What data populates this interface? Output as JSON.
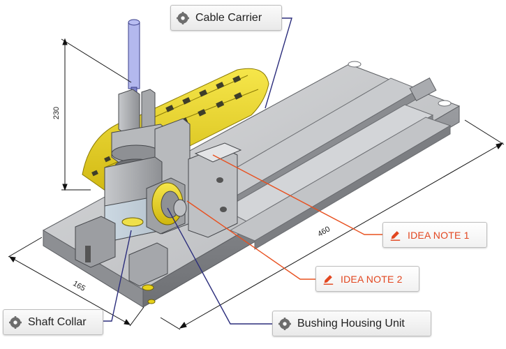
{
  "callouts": {
    "cable_carrier": "Cable Carrier",
    "shaft_collar": "Shaft Collar",
    "bushing_housing_unit": "Bushing Housing Unit",
    "idea_note_1": "IDEA NOTE 1",
    "idea_note_2": "IDEA NOTE 2"
  },
  "dimensions": {
    "height": "230",
    "length": "460",
    "width": "165"
  },
  "icons": {
    "part_callout": "gear-icon",
    "idea_callout": "pencil-icon"
  },
  "colors": {
    "part_leader": "#2b2d7c",
    "idea_leader": "#e8501f",
    "idea_text": "#e2461f",
    "cable_carrier": "#e8d21a"
  }
}
